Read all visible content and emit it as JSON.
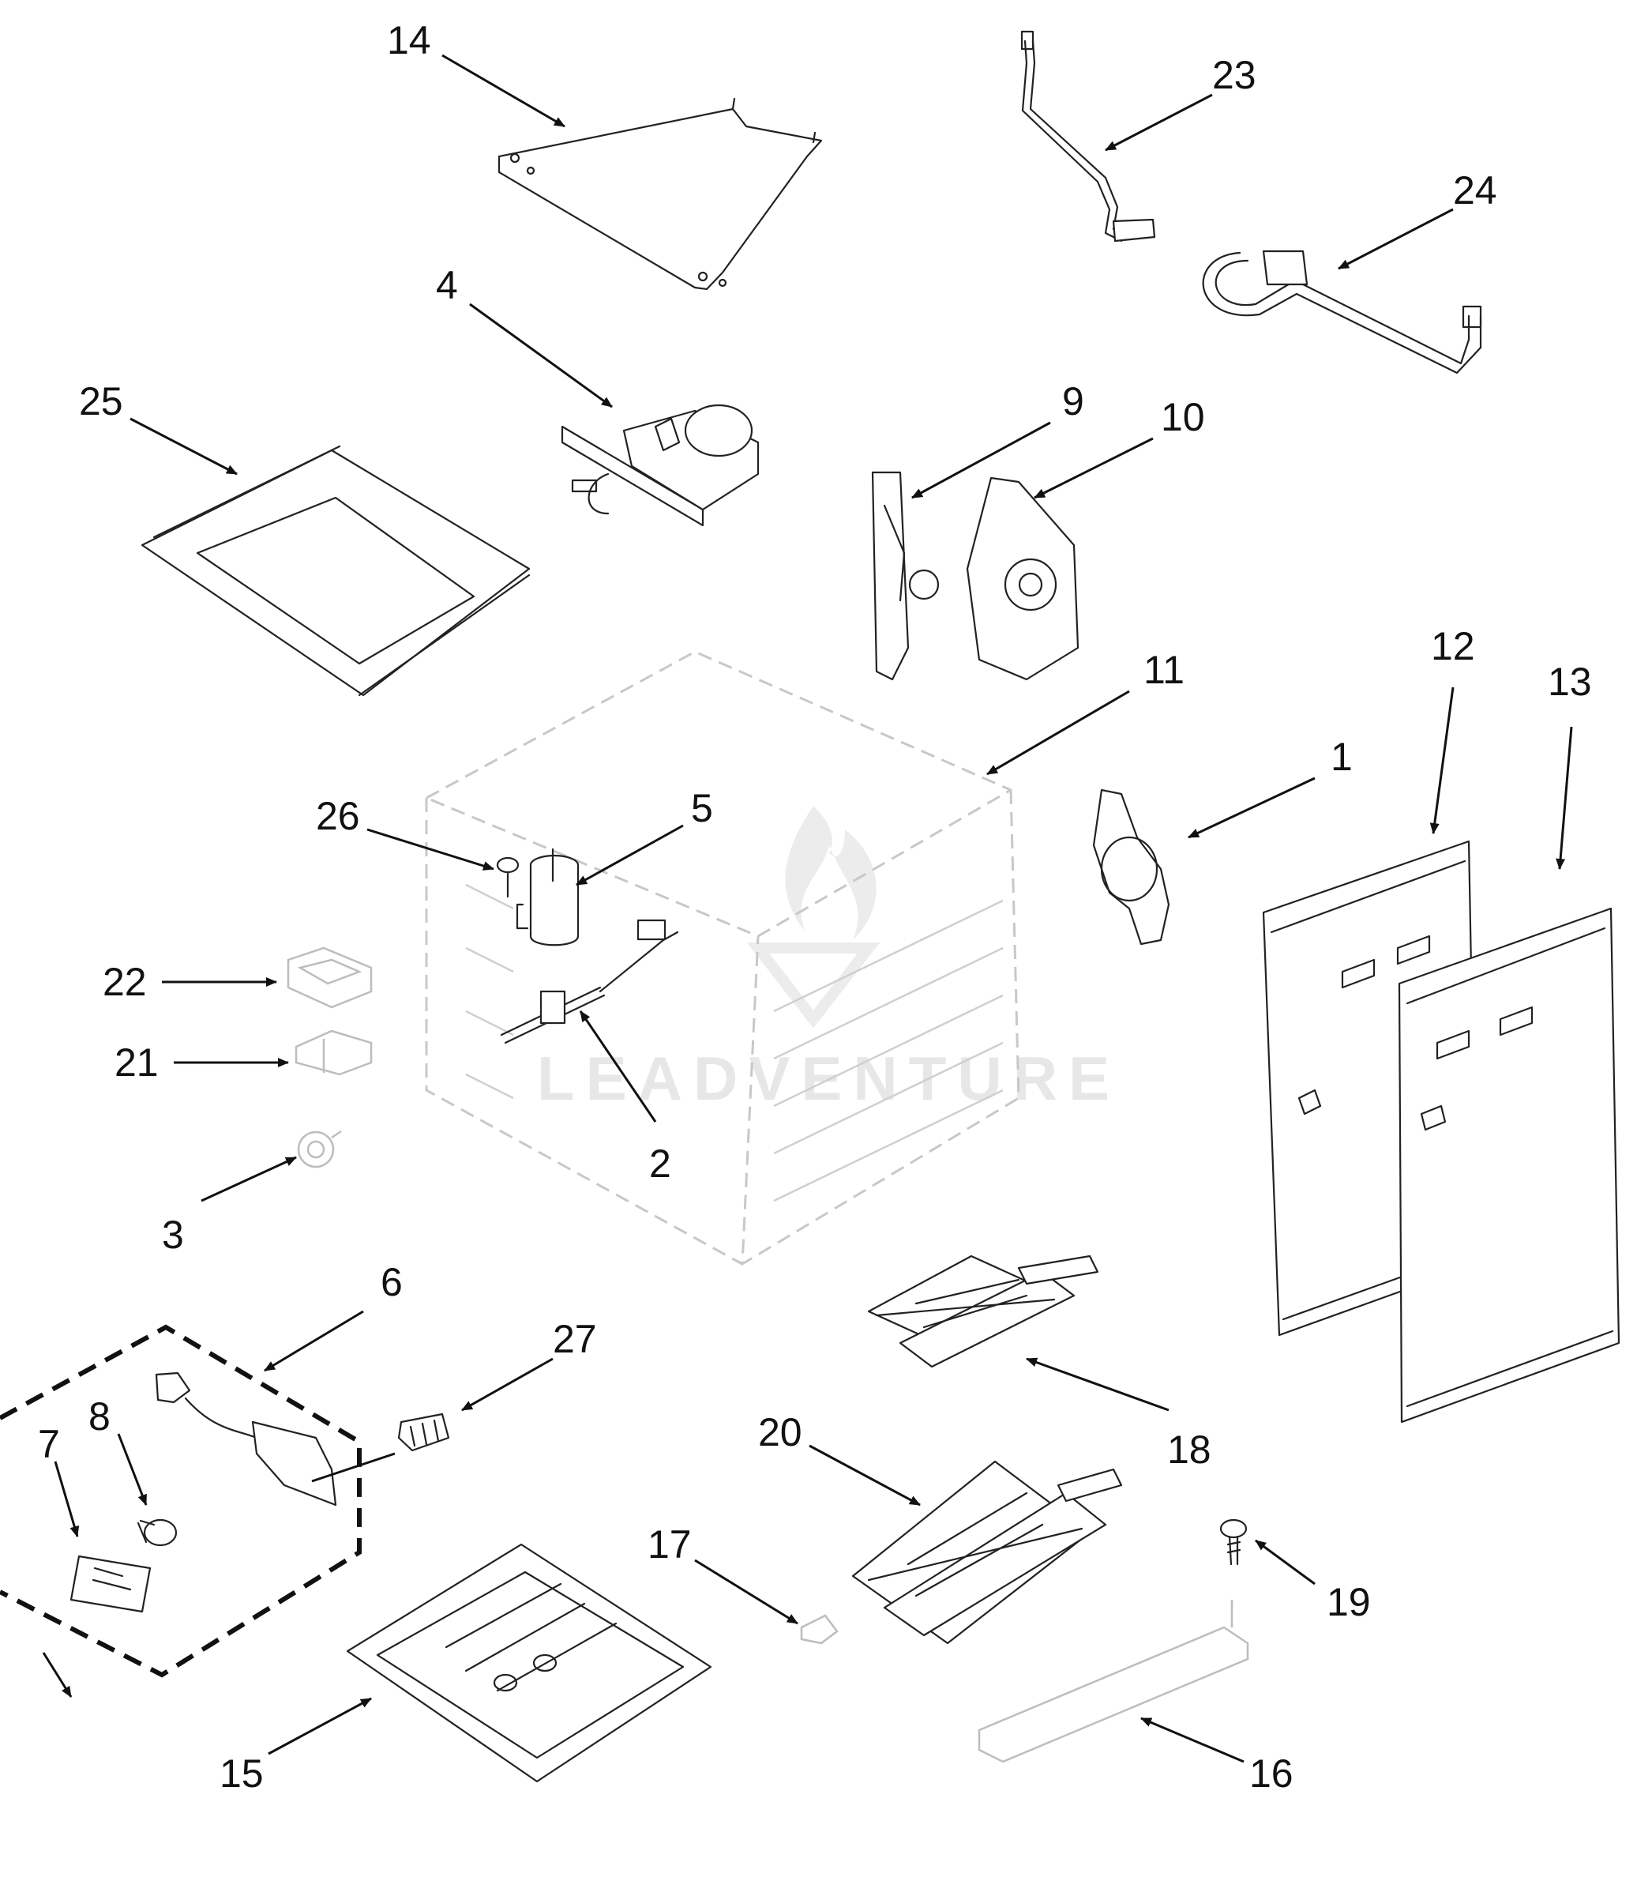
{
  "watermark": {
    "text": "LEADVENTURE"
  },
  "callouts": [
    {
      "label": "1"
    },
    {
      "label": "2"
    },
    {
      "label": "3"
    },
    {
      "label": "4"
    },
    {
      "label": "5"
    },
    {
      "label": "6"
    },
    {
      "label": "7"
    },
    {
      "label": "8"
    },
    {
      "label": "9"
    },
    {
      "label": "10"
    },
    {
      "label": "11"
    },
    {
      "label": "12"
    },
    {
      "label": "13"
    },
    {
      "label": "14"
    },
    {
      "label": "15"
    },
    {
      "label": "16"
    },
    {
      "label": "17"
    },
    {
      "label": "18"
    },
    {
      "label": "19"
    },
    {
      "label": "20"
    },
    {
      "label": "21"
    },
    {
      "label": "22"
    },
    {
      "label": "23"
    },
    {
      "label": "24"
    },
    {
      "label": "25"
    },
    {
      "label": "26"
    },
    {
      "label": "27"
    }
  ],
  "colors": {
    "line": "#222222",
    "ghost": "#c8c8c8",
    "background": "#ffffff"
  }
}
